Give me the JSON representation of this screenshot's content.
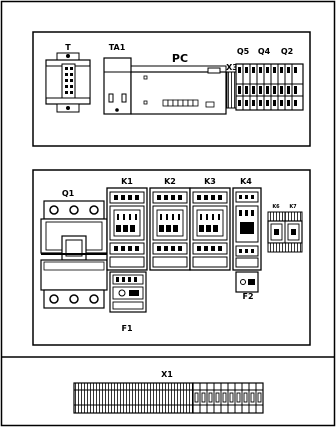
{
  "top_panel": {
    "transformer": "T",
    "current_transformer": "TA1",
    "controller": "PC",
    "terminal": "X3",
    "breakers": [
      "Q5",
      "Q4",
      "Q2"
    ]
  },
  "mid_panel": {
    "main_breaker": "Q1",
    "contactors": [
      "K1",
      "K2",
      "K3",
      "K4"
    ],
    "relay_bottom": "F1",
    "relay_right": "F2",
    "small_relays": [
      "K6",
      "K7"
    ]
  },
  "bottom_panel": {
    "terminal_strip": "X1"
  }
}
